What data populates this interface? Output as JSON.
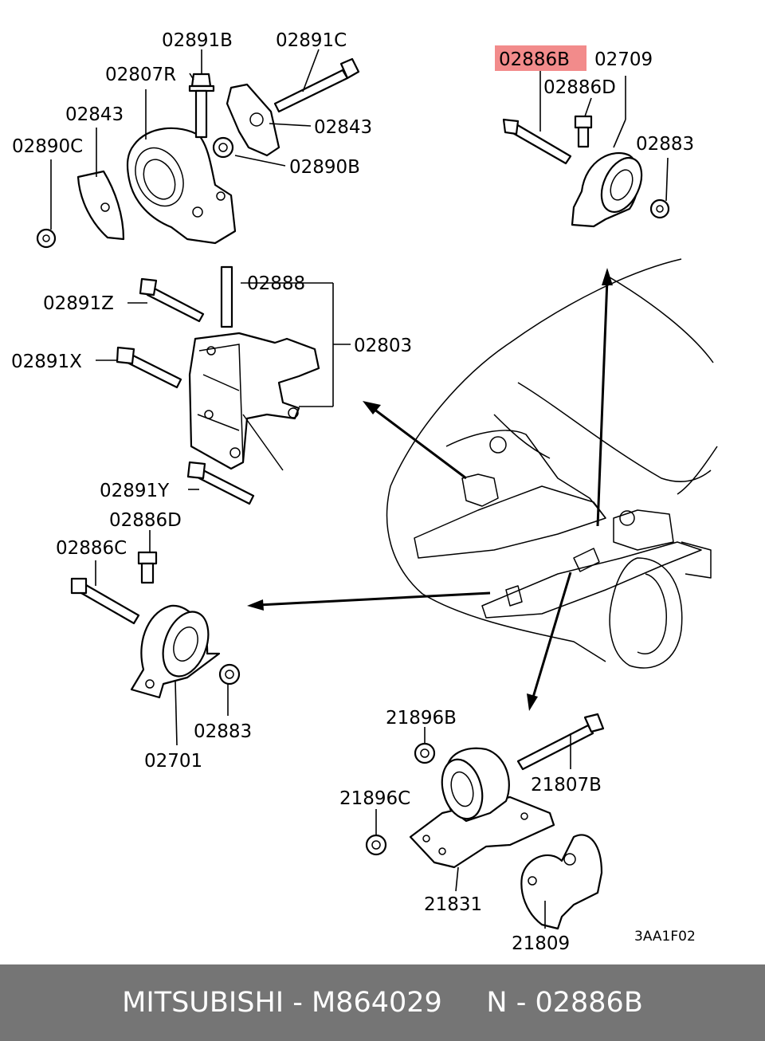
{
  "diagram": {
    "highlight_color": "#f28b8b",
    "labels": {
      "p02891B": "02891B",
      "p02891C": "02891C",
      "p02807R": "02807R",
      "p02843_left": "02843",
      "p02843_right": "02843",
      "p02890C": "02890C",
      "p02890B": "02890B",
      "p02886B": "02886B",
      "p02709": "02709",
      "p02886D_top": "02886D",
      "p02883_top": "02883",
      "p02888": "02888",
      "p02891Z": "02891Z",
      "p02803": "02803",
      "p02891X": "02891X",
      "p02891Y": "02891Y",
      "p02886D_mid": "02886D",
      "p02886C": "02886C",
      "p02883_bottom": "02883",
      "p02701": "02701",
      "p21896B": "21896B",
      "p21807B": "21807B",
      "p21896C": "21896C",
      "p21831": "21831",
      "p21809": "21809",
      "code": "3AA1F02"
    }
  },
  "footer": {
    "text": "MITSUBISHI - M864029     N - 02886B",
    "background": "#757575"
  }
}
